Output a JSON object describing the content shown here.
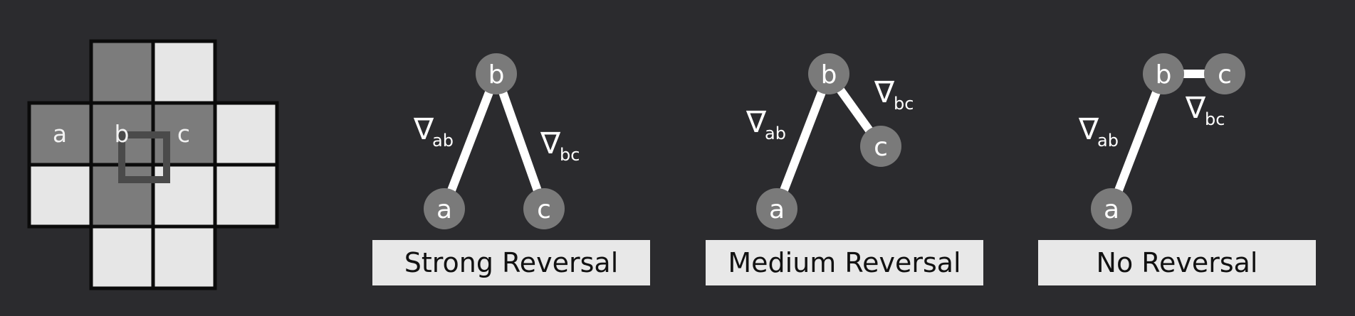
{
  "colors": {
    "background": "#2b2b2e",
    "cell_light": "#e6e6e6",
    "cell_dark": "#7c7c7c",
    "grid_line": "#0b0b0b",
    "node_fill": "#7a7a7a",
    "edge": "#ffffff",
    "caption_bg": "#e8e8e8"
  },
  "grid": {
    "cell_labels": {
      "a": "a",
      "b": "b",
      "c": "c"
    }
  },
  "gradient": {
    "symbol": "∇",
    "sub_ab": "ab",
    "sub_bc": "bc"
  },
  "diagrams": [
    {
      "nodes": {
        "a": "a",
        "b": "b",
        "c": "c"
      },
      "caption": "Strong Reversal"
    },
    {
      "nodes": {
        "a": "a",
        "b": "b",
        "c": "c"
      },
      "caption": "Medium Reversal"
    },
    {
      "nodes": {
        "a": "a",
        "b": "b",
        "c": "c"
      },
      "caption": "No Reversal"
    }
  ]
}
